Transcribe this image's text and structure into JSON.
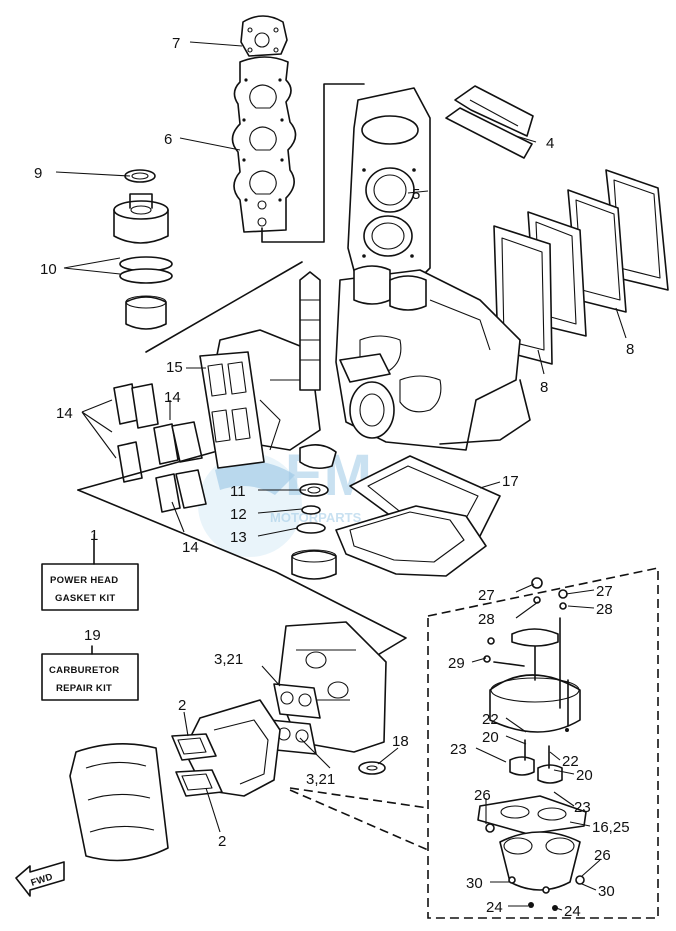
{
  "callouts": {
    "c1": "1",
    "c2a": "2",
    "c2b": "2",
    "c3_21a": "3,21",
    "c3_21b": "3,21",
    "c4": "4",
    "c5": "5",
    "c6": "6",
    "c7": "7",
    "c8a": "8",
    "c8b": "8",
    "c9": "9",
    "c10": "10",
    "c11": "11",
    "c12": "12",
    "c13": "13",
    "c14a": "14",
    "c14b": "14",
    "c14c": "14",
    "c15": "15",
    "c16_25": "16,25",
    "c17": "17",
    "c18": "18",
    "c19": "19",
    "c20a": "20",
    "c20b": "20",
    "c22a": "22",
    "c22b": "22",
    "c23a": "23",
    "c23b": "23",
    "c24a": "24",
    "c24b": "24",
    "c26a": "26",
    "c26b": "26",
    "c27a": "27",
    "c27b": "27",
    "c28a": "28",
    "c28b": "28",
    "c29": "29",
    "c30a": "30",
    "c30b": "30"
  },
  "kits": {
    "power_head_line1": "POWER HEAD",
    "power_head_line2": "GASKET KIT",
    "carburetor_line1": "CARBURETOR",
    "carburetor_line2": "REPAIR KIT"
  },
  "fwd_label": "FWD",
  "watermark": "MOTORPARTS",
  "colors": {
    "ink": "#111111",
    "paper": "#ffffff",
    "watermark": "#9ec9e6"
  }
}
